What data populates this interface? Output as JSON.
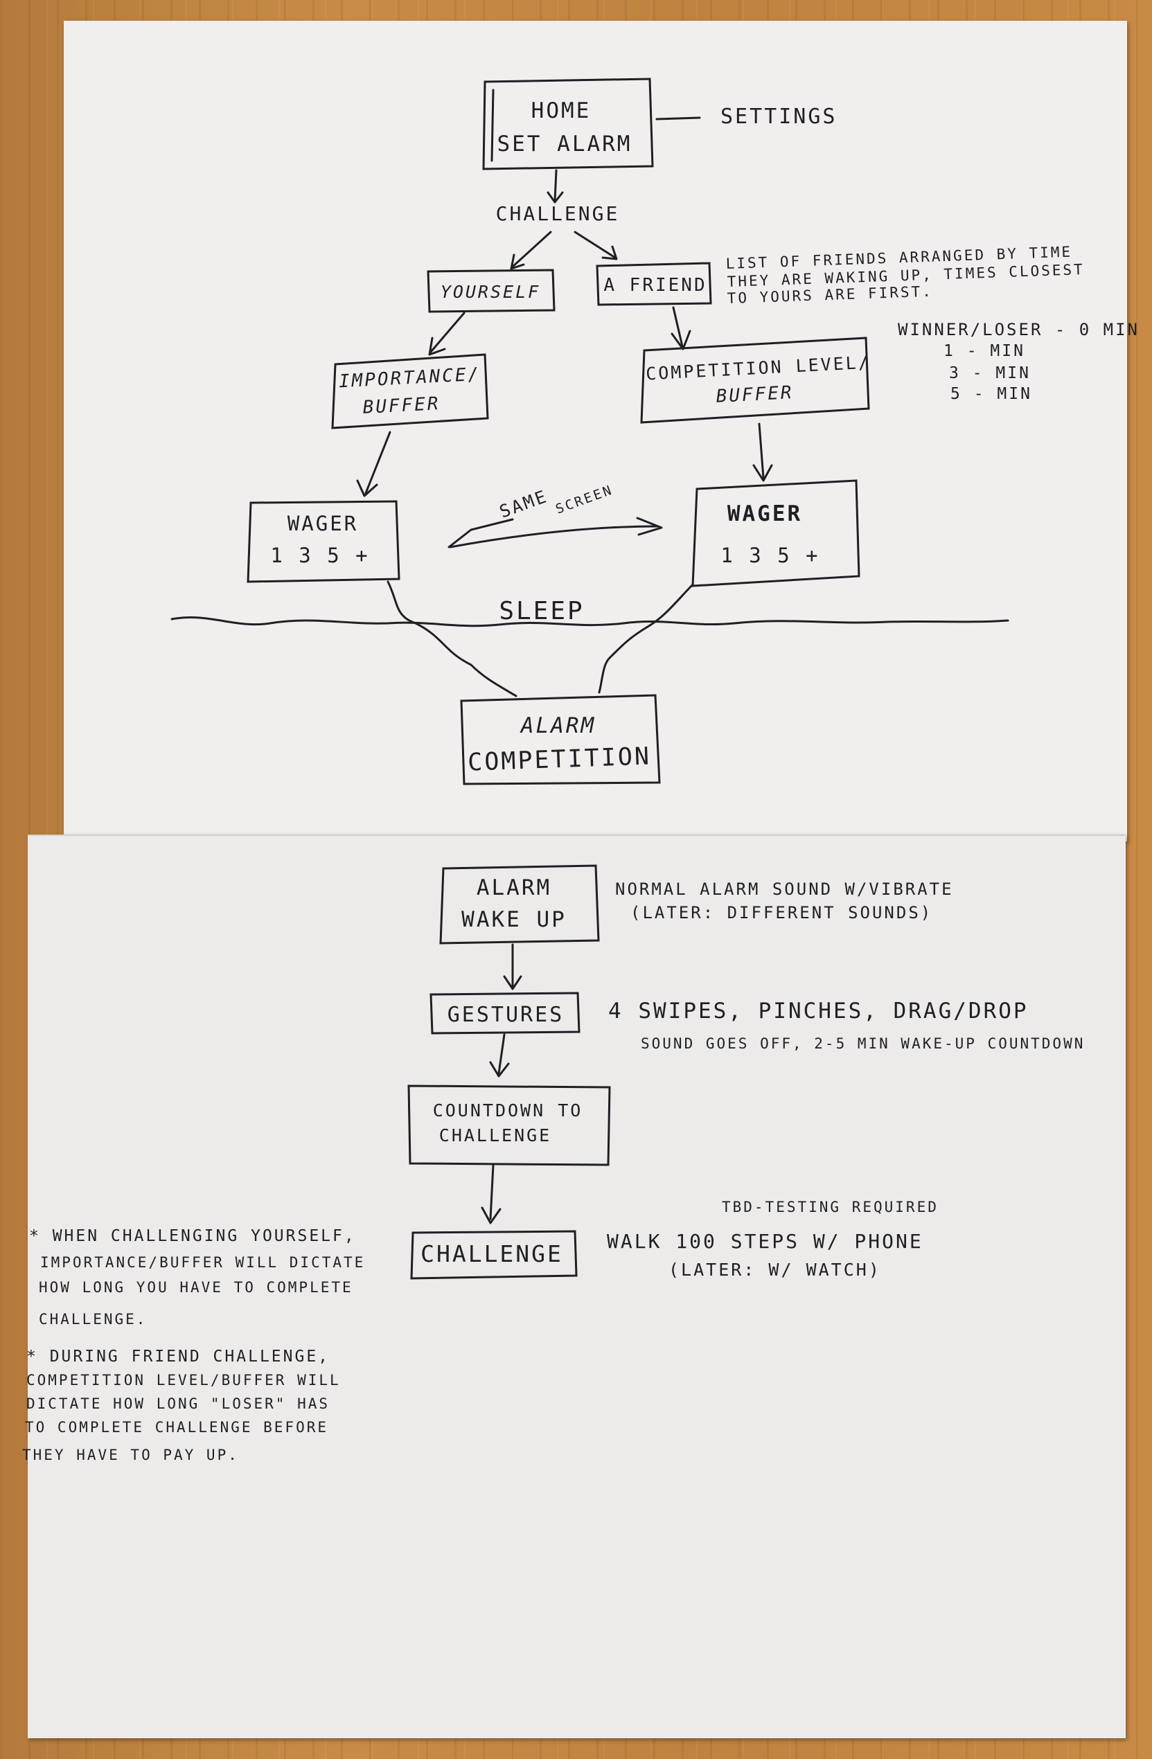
{
  "nodes": {
    "home": [
      "HOME",
      "SET ALARM"
    ],
    "settings": "SETTINGS",
    "challenge_top": "CHALLENGE",
    "yourself": "YOURSELF",
    "a_friend": "A FRIEND",
    "friends_note": [
      "LIST OF FRIENDS ARRANGED BY TIME",
      "THEY ARE WAKING UP, TIMES CLOSEST",
      "TO YOURS ARE FIRST."
    ],
    "importance_buffer": [
      "IMPORTANCE/",
      "BUFFER"
    ],
    "competition_buffer": [
      "COMPETITION LEVEL/",
      "BUFFER"
    ],
    "winner_note": [
      "WINNER/LOSER - 0 MIN",
      "1 - MIN",
      "3 - MIN",
      "5 - MIN"
    ],
    "wager_left": [
      "WAGER",
      "1 3 5 +"
    ],
    "wager_right": [
      "WAGER",
      "1 3 5 +"
    ],
    "same_screen": [
      "SAME",
      "SCREEN"
    ],
    "sleep": "SLEEP",
    "alarm_competition": [
      "ALARM",
      "COMPETITION"
    ],
    "alarm_wake_up": [
      "ALARM",
      "WAKE UP"
    ],
    "alarm_note": [
      "NORMAL ALARM SOUND W/VIBRATE",
      "(LATER: DIFFERENT SOUNDS)"
    ],
    "gestures": "GESTURES",
    "gestures_note": [
      "4 SWIPES, PINCHES, DRAG/DROP",
      "SOUND GOES OFF, 2-5 MIN WAKE-UP COUNTDOWN"
    ],
    "countdown": [
      "COUNTDOWN TO",
      "CHALLENGE"
    ],
    "challenge_bottom": "CHALLENGE",
    "walk_note": [
      "TBD-TESTING REQUIRED",
      "WALK 100 STEPS W/ PHONE",
      "(LATER: W/ WATCH)"
    ],
    "yourself_footnote": [
      "* WHEN CHALLENGING YOURSELF,",
      "IMPORTANCE/BUFFER WILL DICTATE",
      "HOW LONG YOU HAVE TO COMPLETE",
      "CHALLENGE."
    ],
    "friend_footnote": [
      "* DURING FRIEND CHALLENGE,",
      "COMPETITION LEVEL/BUFFER WILL",
      "DICTATE HOW LONG \"LOSER\" HAS",
      "TO COMPLETE CHALLENGE BEFORE",
      "THEY HAVE TO PAY UP."
    ]
  }
}
